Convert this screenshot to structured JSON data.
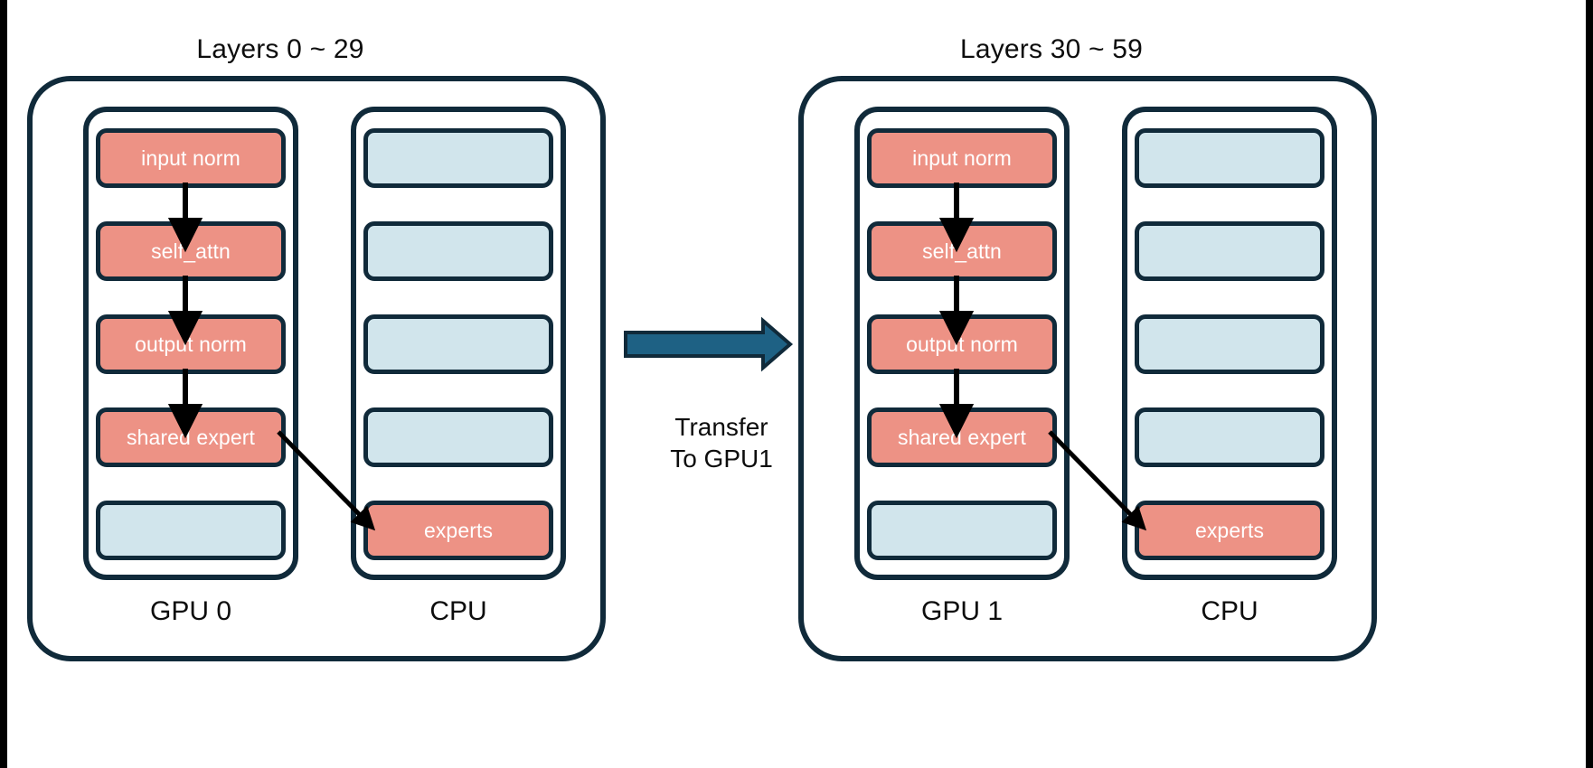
{
  "diagram": {
    "title_left": "Layers 0 ~ 29",
    "title_right": "Layers 30 ~ 59",
    "colors": {
      "active_block": "#ED9285",
      "idle_block": "#D1E5EC",
      "outline": "#102A3A",
      "transfer_arrow": "#1E6184",
      "offload_arrow": "#000000",
      "text_dark": "#0D0D0D",
      "text_on_block": "#FFFFFF",
      "background": "#FFFFFF",
      "letterbox": "#000000"
    },
    "groups": [
      {
        "id": "group-left",
        "title": "Layers 0 ~ 29",
        "devices": [
          {
            "id": "gpu0",
            "label": "GPU 0",
            "blocks": [
              {
                "label": "input norm",
                "state": "active"
              },
              {
                "label": "self_attn",
                "state": "active"
              },
              {
                "label": "output norm",
                "state": "active"
              },
              {
                "label": "shared expert",
                "state": "active"
              },
              {
                "label": "",
                "state": "idle"
              }
            ]
          },
          {
            "id": "cpu0",
            "label": "CPU",
            "blocks": [
              {
                "label": "",
                "state": "idle"
              },
              {
                "label": "",
                "state": "idle"
              },
              {
                "label": "",
                "state": "idle"
              },
              {
                "label": "",
                "state": "idle"
              },
              {
                "label": "experts",
                "state": "active"
              }
            ]
          }
        ]
      },
      {
        "id": "group-right",
        "title": "Layers 30 ~ 59",
        "devices": [
          {
            "id": "gpu1",
            "label": "GPU 1",
            "blocks": [
              {
                "label": "input norm",
                "state": "active"
              },
              {
                "label": "self_attn",
                "state": "active"
              },
              {
                "label": "output norm",
                "state": "active"
              },
              {
                "label": "shared expert",
                "state": "active"
              },
              {
                "label": "",
                "state": "idle"
              }
            ]
          },
          {
            "id": "cpu1",
            "label": "CPU",
            "blocks": [
              {
                "label": "",
                "state": "idle"
              },
              {
                "label": "",
                "state": "idle"
              },
              {
                "label": "",
                "state": "idle"
              },
              {
                "label": "",
                "state": "idle"
              },
              {
                "label": "experts",
                "state": "active"
              }
            ]
          }
        ]
      }
    ],
    "transfer": {
      "line1": "Transfer",
      "line2": "To GPU1"
    },
    "block_labels": {
      "l_gpu_0": "input norm",
      "l_gpu_1": "self_attn",
      "l_gpu_2": "output norm",
      "l_gpu_3": "shared expert",
      "l_gpu_4": "",
      "l_cpu_0": "",
      "l_cpu_1": "",
      "l_cpu_2": "",
      "l_cpu_3": "",
      "l_cpu_4": "experts",
      "r_gpu_0": "input norm",
      "r_gpu_1": "self_attn",
      "r_gpu_2": "output norm",
      "r_gpu_3": "shared expert",
      "r_gpu_4": "",
      "r_cpu_0": "",
      "r_cpu_1": "",
      "r_cpu_2": "",
      "r_cpu_3": "",
      "r_cpu_4": "experts"
    },
    "device_labels": {
      "left_gpu": "GPU 0",
      "left_cpu": "CPU",
      "right_gpu": "GPU 1",
      "right_cpu": "CPU"
    }
  }
}
